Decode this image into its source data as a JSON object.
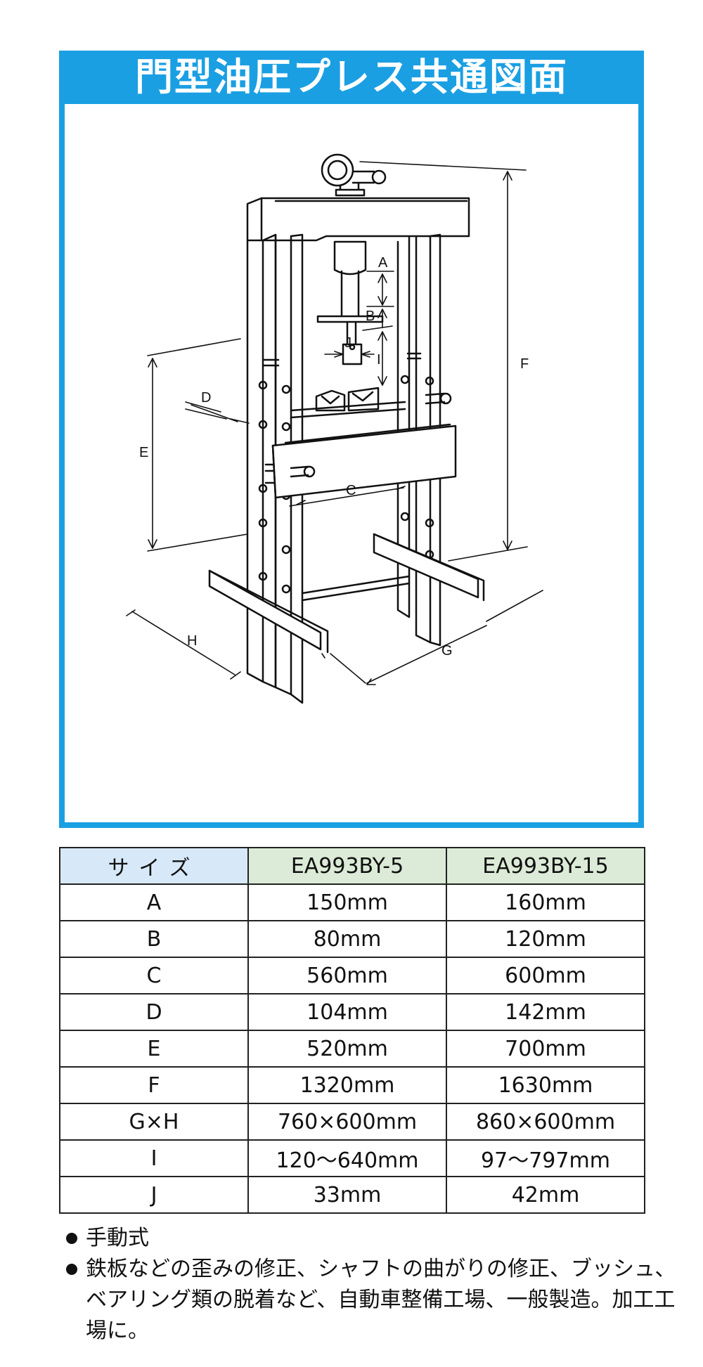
{
  "figure": {
    "title": "門型油圧プレス共通図面",
    "labels": {
      "A": "A",
      "B": "B",
      "C": "C",
      "D": "D",
      "E": "E",
      "F": "F",
      "G": "G",
      "H": "H",
      "I": "I",
      "J": "J"
    }
  },
  "spec_table": {
    "headers": [
      "サイズ",
      "EA993BY-5",
      "EA993BY-15"
    ],
    "rows": [
      {
        "size": "A",
        "v5": "150mm",
        "v15": "160mm"
      },
      {
        "size": "B",
        "v5": "80mm",
        "v15": "120mm"
      },
      {
        "size": "C",
        "v5": "560mm",
        "v15": "600mm"
      },
      {
        "size": "D",
        "v5": "104mm",
        "v15": "142mm"
      },
      {
        "size": "E",
        "v5": "520mm",
        "v15": "700mm"
      },
      {
        "size": "F",
        "v5": "1320mm",
        "v15": "1630mm"
      },
      {
        "size": "G×H",
        "v5": "760×600mm",
        "v15": "860×600mm"
      },
      {
        "size": "I",
        "v5": "120～640mm",
        "v15": "97～797mm"
      },
      {
        "size": "J",
        "v5": "33mm",
        "v15": "42mm"
      }
    ]
  },
  "notes": [
    "手動式",
    "鉄板などの歪みの修正、シャフトの曲がりの修正、ブッシュ、ベアリング類の脱着など、自動車整備工場、一般製造。加工工場に。"
  ],
  "colors": {
    "frame_blue": "#1a9fe3",
    "header_blue": "#d7e9f8",
    "header_green": "#dcebd7"
  }
}
